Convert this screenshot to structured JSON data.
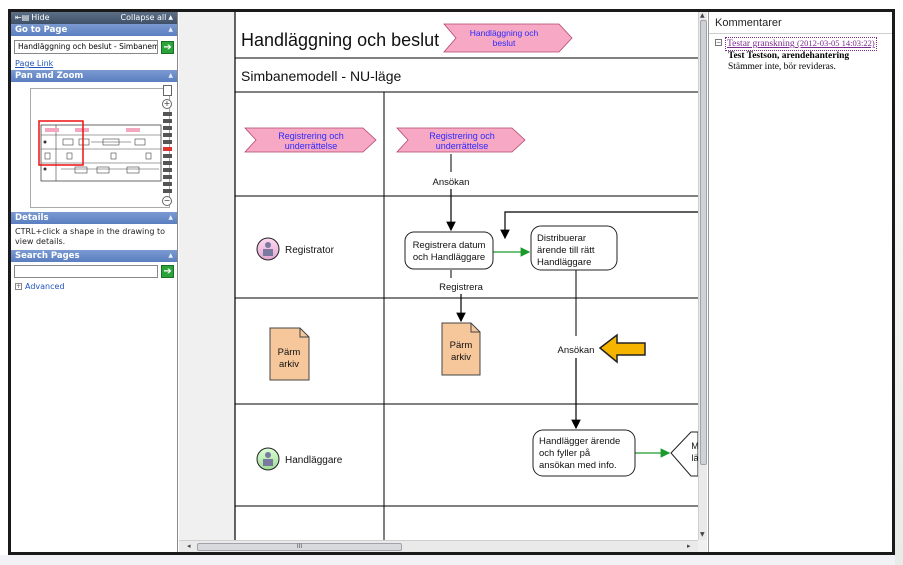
{
  "left_panel": {
    "hide_label": "Hide",
    "collapse_all_label": "Collapse all",
    "goto": {
      "title": "Go to Page",
      "selected_page": "Handläggning och beslut - Simbanem"
    },
    "page_link_label": "Page Link",
    "pan_zoom_title": "Pan and Zoom",
    "details": {
      "title": "Details",
      "text": "CTRL+click a shape in the drawing to view details."
    },
    "search": {
      "title": "Search Pages",
      "value": "",
      "advanced_label": "Advanced"
    }
  },
  "diagram": {
    "header_title": "Handläggning och beslut",
    "header_tag": [
      "Handläggning och",
      "beslut"
    ],
    "subtitle": "Simbanemodell - NU-läge",
    "phase_left": [
      "Registrering och",
      "underrättelse"
    ],
    "phase_right": [
      "Registrering och",
      "underrättelse"
    ],
    "lane_registrator": "Registrator",
    "lane_handlaggare": "Handläggare",
    "doc_left": [
      "Pärm",
      "arkiv"
    ],
    "doc_right": [
      "Pärm",
      "arkiv"
    ],
    "label_ansokan_top": "Ansökan",
    "label_registrera": "Registrera",
    "label_ansokan_mid": "Ansökan",
    "process_register": [
      "Registrera datum",
      "och Handläggare"
    ],
    "process_distribute": [
      "Distribuerar",
      "ärende till rätt",
      "Handläggare"
    ],
    "process_handle": [
      "Handlägger ärende",
      "och fyller på",
      "ansökan med info."
    ],
    "cut_text": [
      "M",
      "lä"
    ],
    "hscroll_thumb": "III"
  },
  "comments": {
    "title": "Kommentarer",
    "items": [
      {
        "link": "Testar granskning",
        "date": "(2012-03-05 14:03:22)",
        "author": "Test Testson, arendehantering",
        "body": "Stämmer inte, bör revideras."
      }
    ]
  }
}
